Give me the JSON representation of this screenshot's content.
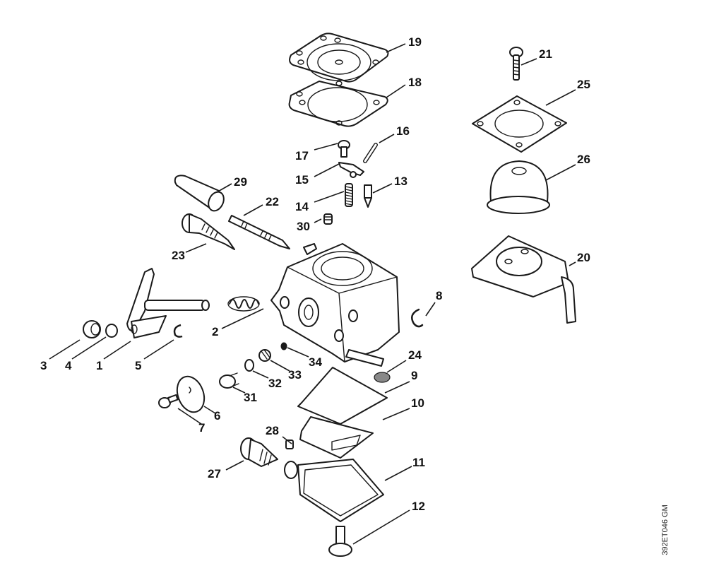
{
  "diagram": {
    "title": "Carburetor exploded parts view",
    "document_code": "392ET046 GM",
    "callouts": [
      {
        "id": "1",
        "label": "1"
      },
      {
        "id": "2",
        "label": "2"
      },
      {
        "id": "3",
        "label": "3"
      },
      {
        "id": "4",
        "label": "4"
      },
      {
        "id": "5",
        "label": "5"
      },
      {
        "id": "6",
        "label": "6"
      },
      {
        "id": "7",
        "label": "7"
      },
      {
        "id": "8",
        "label": "8"
      },
      {
        "id": "9",
        "label": "9"
      },
      {
        "id": "10",
        "label": "10"
      },
      {
        "id": "11",
        "label": "11"
      },
      {
        "id": "12",
        "label": "12"
      },
      {
        "id": "13",
        "label": "13"
      },
      {
        "id": "14",
        "label": "14"
      },
      {
        "id": "15",
        "label": "15"
      },
      {
        "id": "16",
        "label": "16"
      },
      {
        "id": "17",
        "label": "17"
      },
      {
        "id": "18",
        "label": "18"
      },
      {
        "id": "19",
        "label": "19"
      },
      {
        "id": "20",
        "label": "20"
      },
      {
        "id": "21",
        "label": "21"
      },
      {
        "id": "22",
        "label": "22"
      },
      {
        "id": "23",
        "label": "23"
      },
      {
        "id": "24",
        "label": "24"
      },
      {
        "id": "25",
        "label": "25"
      },
      {
        "id": "26",
        "label": "26"
      },
      {
        "id": "27",
        "label": "27"
      },
      {
        "id": "28",
        "label": "28"
      },
      {
        "id": "29",
        "label": "29"
      },
      {
        "id": "30",
        "label": "30"
      },
      {
        "id": "31",
        "label": "31"
      },
      {
        "id": "32",
        "label": "32"
      },
      {
        "id": "33",
        "label": "33"
      },
      {
        "id": "34",
        "label": "34"
      }
    ]
  }
}
